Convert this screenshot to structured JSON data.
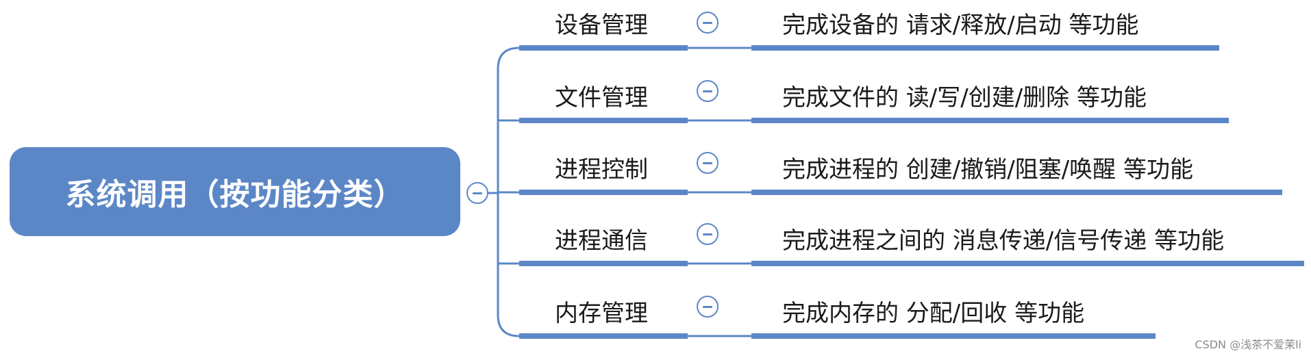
{
  "root": {
    "label": "系统调用（按功能分类）"
  },
  "branches": [
    {
      "name": "设备管理",
      "description": "完成设备的 请求/释放/启动 等功能"
    },
    {
      "name": "文件管理",
      "description": "完成文件的 读/写/创建/删除 等功能"
    },
    {
      "name": "进程控制",
      "description": "完成进程的 创建/撤销/阻塞/唤醒 等功能"
    },
    {
      "name": "进程通信",
      "description": "完成进程之间的 消息传递/信号传递 等功能"
    },
    {
      "name": "内存管理",
      "description": "完成内存的 分配/回收 等功能"
    }
  ],
  "watermark": "CSDN @浅茶不爱茉li",
  "colors": {
    "accent": "#5b87c7",
    "text": "#1a1a1a",
    "background": "#ffffff"
  }
}
